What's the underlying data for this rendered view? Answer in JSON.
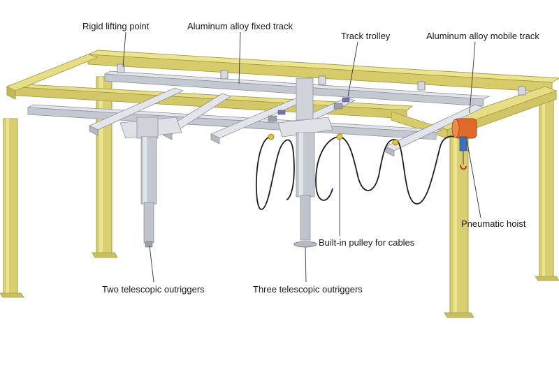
{
  "labels": {
    "rigid_lifting_point": "Rigid lifting point",
    "aluminum_fixed_track": "Aluminum alloy fixed track",
    "track_trolley": "Track trolley",
    "aluminum_mobile_track": "Aluminum alloy mobile track",
    "pneumatic_hoist": "Pneumatic hoist",
    "builtin_pulley": "Built-in pulley for cables",
    "two_telescopic": "Two telescopic outriggers",
    "three_telescopic": "Three telescopic outriggers"
  },
  "colors": {
    "steel_yellow": "#d9cf72",
    "steel_yellow_dark": "#a89d44",
    "steel_yellow_light": "#ece48f",
    "aluminum": "#c4c8d0",
    "aluminum_dark": "#8e939c",
    "aluminum_light": "#e3e5ea",
    "hoist_orange": "#e06a2a",
    "hoist_blue": "#3f6fb5",
    "cable": "#1e1e1e",
    "pulley_yellow": "#e7c33a",
    "text": "#1a1a1a"
  }
}
